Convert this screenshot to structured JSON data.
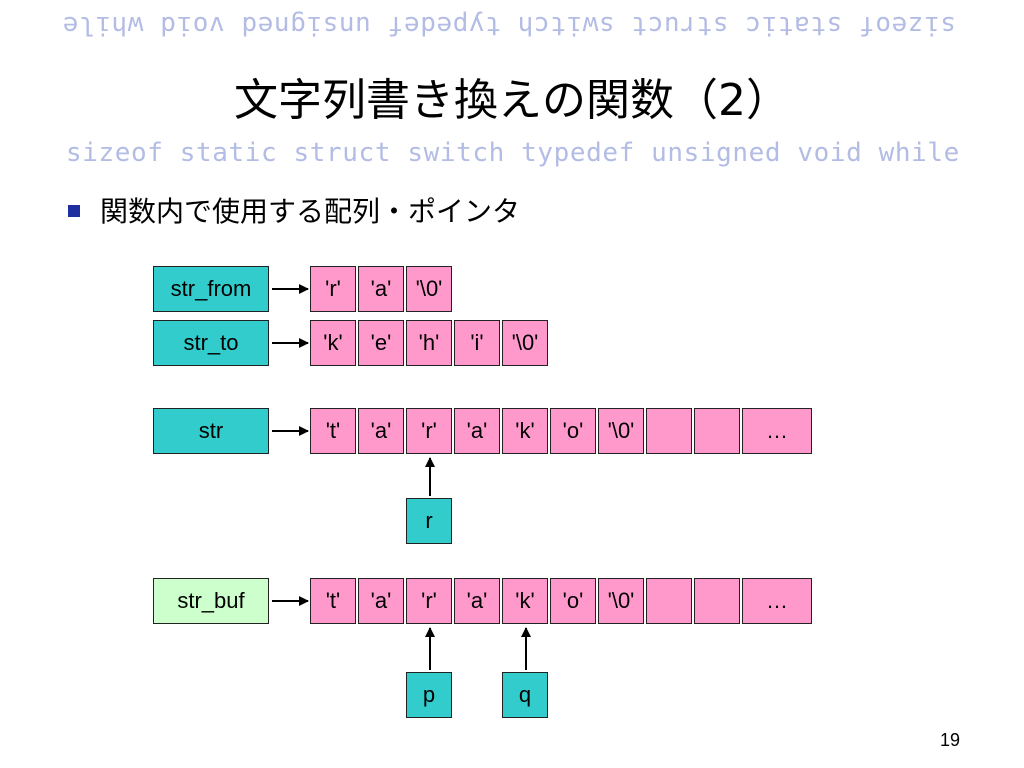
{
  "decor": {
    "keywords_mirrored": "sizeof static struct switch typedef unsigned void while",
    "keywords": "sizeof static struct switch typedef unsigned void while"
  },
  "title": "文字列書き換えの関数（2）",
  "bullet_text": "関数内で使用する配列・ポインタ",
  "rows": {
    "str_from": {
      "label": "str_from",
      "cells": [
        "'r'",
        "'a'",
        "'\\0'"
      ]
    },
    "str_to": {
      "label": "str_to",
      "cells": [
        "'k'",
        "'e'",
        "'h'",
        "'i'",
        "'\\0'"
      ]
    },
    "str": {
      "label": "str",
      "cells": [
        "'t'",
        "'a'",
        "'r'",
        "'a'",
        "'k'",
        "'o'",
        "'\\0'",
        "",
        "",
        "…"
      ]
    },
    "str_buf": {
      "label": "str_buf",
      "cells": [
        "'t'",
        "'a'",
        "'r'",
        "'a'",
        "'k'",
        "'o'",
        "'\\0'",
        "",
        "",
        "…"
      ]
    }
  },
  "pointers": {
    "r": {
      "label": "r",
      "target_row": "str",
      "target_index": 2
    },
    "p": {
      "label": "p",
      "target_row": "str_buf",
      "target_index": 2
    },
    "q": {
      "label": "q",
      "target_row": "str_buf",
      "target_index": 4
    }
  },
  "colors": {
    "array_cell": "#ff99cc",
    "pointer_box": "#33cccc",
    "buffer_box": "#ccffcc",
    "bullet": "#1f2fa0",
    "decor_text": "#b3bce4"
  },
  "page_number": "19"
}
